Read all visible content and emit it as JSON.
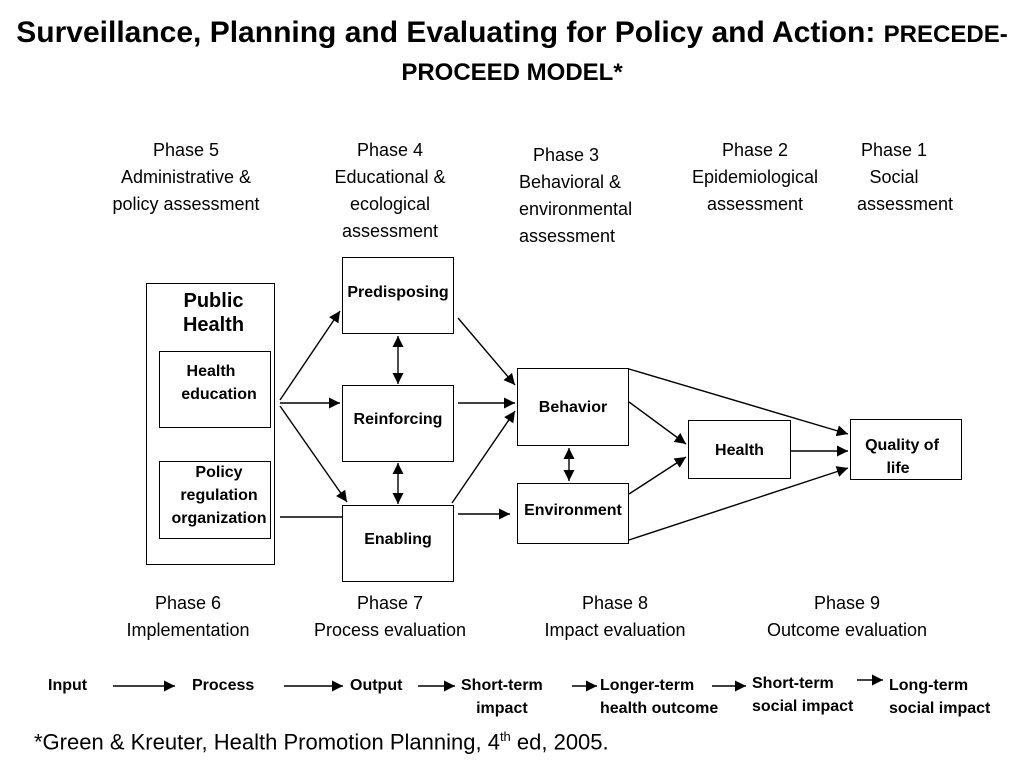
{
  "title": {
    "main": "Surveillance, Planning and Evaluating for Policy and Action:",
    "model_part1": "PRECEDE-",
    "model_part2": "PROCEED MODEL*"
  },
  "phases_top": [
    {
      "line1": "Phase 5",
      "line2": "Administrative &",
      "line3": "policy assessment"
    },
    {
      "line1": "Phase 4",
      "line2": "Educational &",
      "line3": "ecological",
      "line4": "assessment"
    },
    {
      "line1": "Phase 3",
      "line2": "Behavioral &",
      "line3": "environmental",
      "line4": "assessment"
    },
    {
      "line1": "Phase 2",
      "line2": "Epidemiological",
      "line3": "assessment"
    },
    {
      "line1": "Phase 1",
      "line2": "Social",
      "line3": "assessment"
    }
  ],
  "boxes": {
    "public_health_line1": "Public",
    "public_health_line2": "Health",
    "health_education_line1": "Health",
    "health_education_line2": "education",
    "policy_line1": "Policy",
    "policy_line2": "regulation",
    "policy_line3": "organization",
    "predisposing": "Predisposing",
    "reinforcing": "Reinforcing",
    "enabling": "Enabling",
    "behavior": "Behavior",
    "environment": "Environment",
    "health": "Health",
    "quality_line1": "Quality of",
    "quality_line2": "life"
  },
  "phases_bottom": [
    {
      "line1": "Phase 6",
      "line2": "Implementation"
    },
    {
      "line1": "Phase 7",
      "line2": "Process evaluation"
    },
    {
      "line1": "Phase 8",
      "line2": "Impact evaluation"
    },
    {
      "line1": "Phase 9",
      "line2": "Outcome evaluation"
    }
  ],
  "steps": [
    {
      "line1": "Input"
    },
    {
      "line1": "Process"
    },
    {
      "line1": "Output"
    },
    {
      "line1": "Short-term",
      "line2": "impact"
    },
    {
      "line1": "Longer-term",
      "line2": "health outcome"
    },
    {
      "line1": "Short-term",
      "line2": "social  impact"
    },
    {
      "line1": "Long-term",
      "line2": "social  impact"
    }
  ],
  "citation": {
    "before": "*Green & Kreuter, Health Promotion Planning, 4",
    "sup": "th",
    "after": " ed, 2005."
  }
}
